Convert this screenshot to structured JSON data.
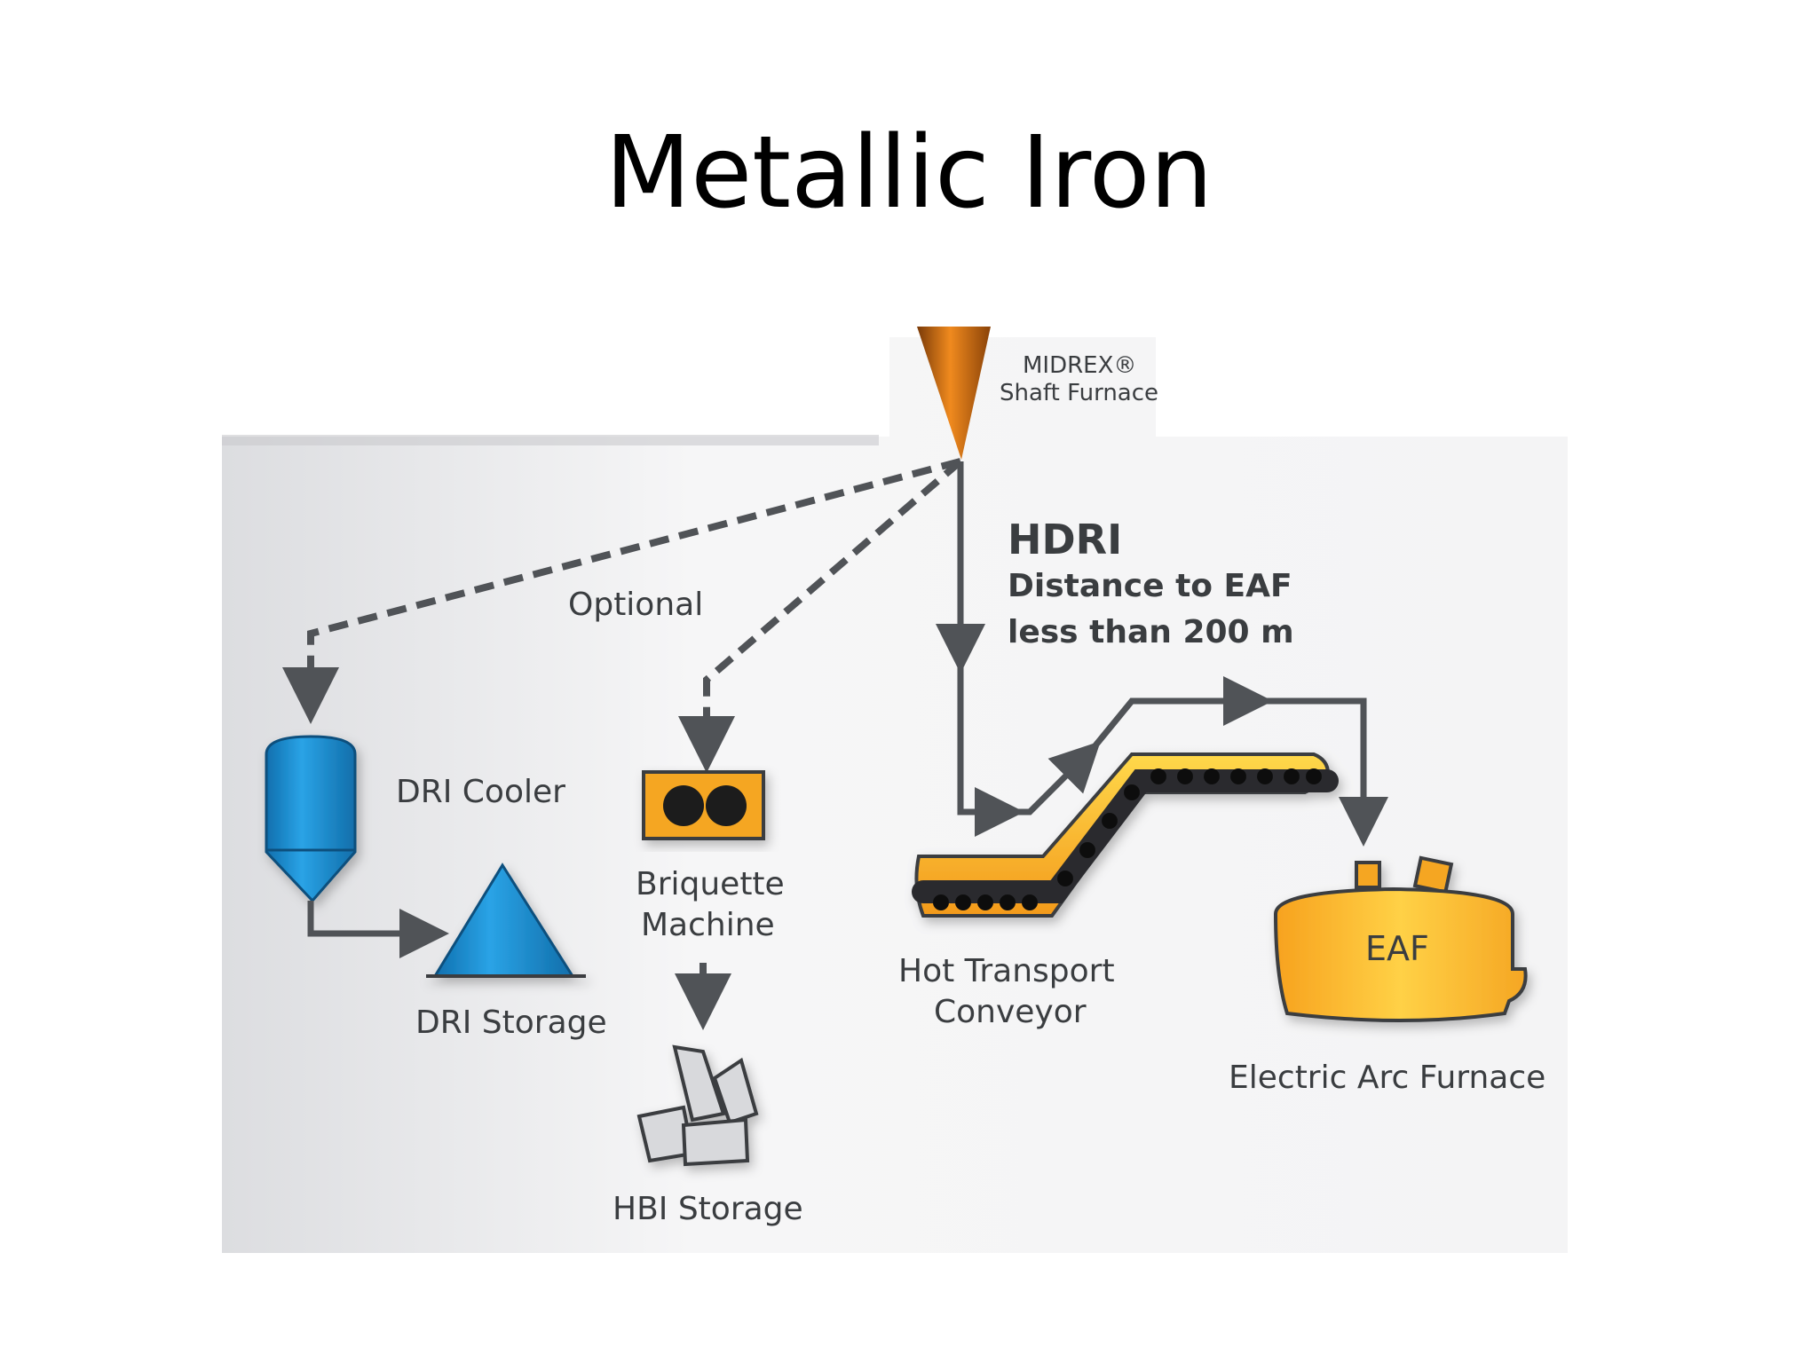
{
  "slide": {
    "title": "Metallic Iron"
  },
  "diagram": {
    "furnace": {
      "line1": "MIDREX®",
      "line2": "Shaft Furnace"
    },
    "optional_label": "Optional",
    "hdri": {
      "title": "HDRI",
      "line1": "Distance to EAF",
      "line2": "less than 200 m"
    },
    "dri_cooler_label": "DRI Cooler",
    "dri_storage_label": "DRI Storage",
    "briquette": {
      "line1": "Briquette",
      "line2": "Machine"
    },
    "hbi_storage_label": "HBI Storage",
    "conveyor": {
      "line1": "Hot Transport",
      "line2": "Conveyor"
    },
    "eaf": {
      "tag": "EAF",
      "label": "Electric Arc Furnace"
    }
  },
  "colors": {
    "flow_arrow": "#505357",
    "dri_blue": "#1a8fd0",
    "hot_orange": "#f5a623",
    "furnace_orange": "#c8620f"
  }
}
